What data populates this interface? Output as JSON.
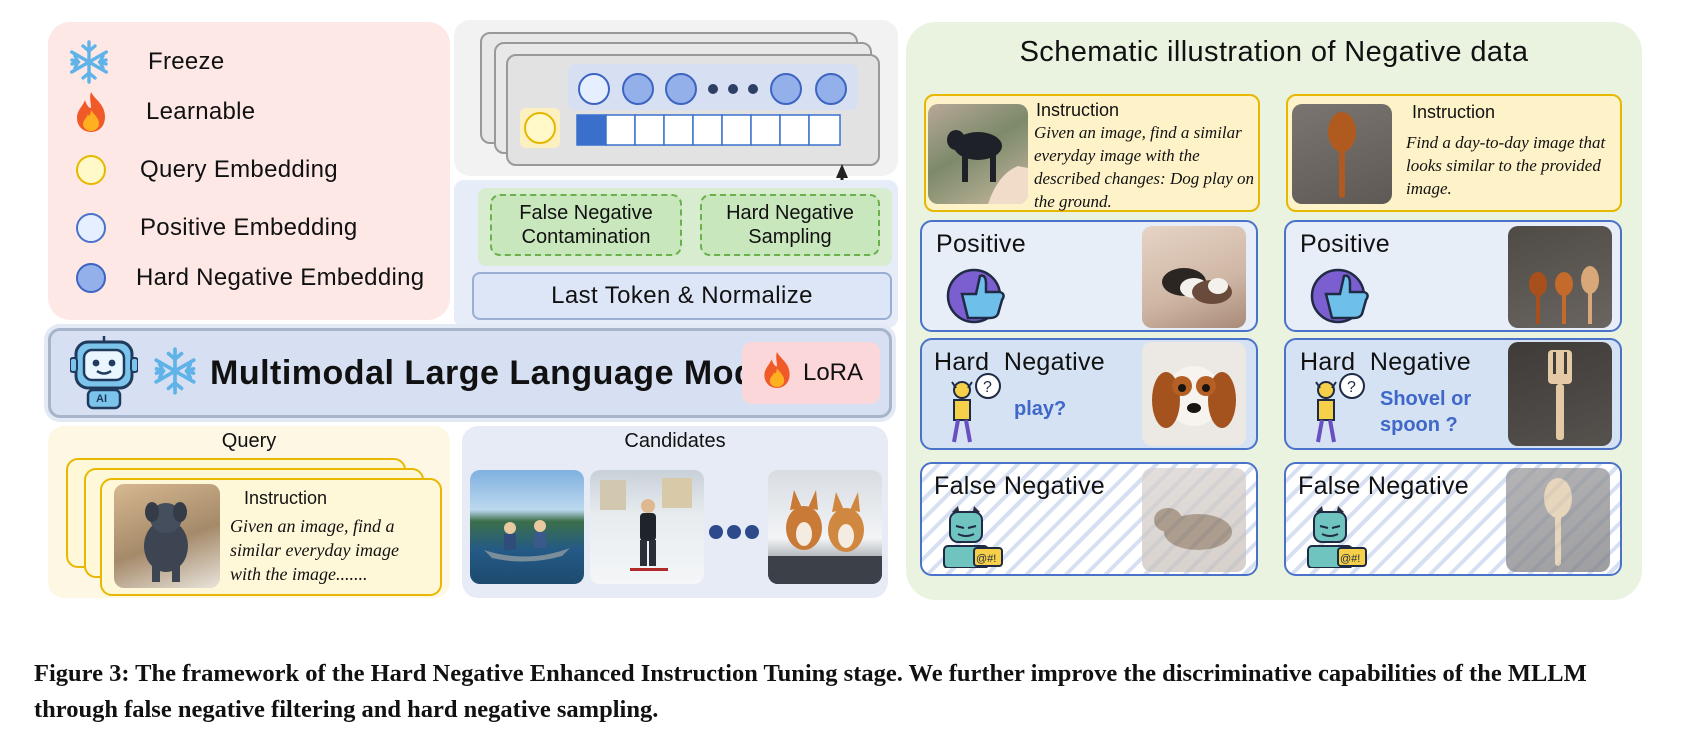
{
  "legend": {
    "freeze": "Freeze",
    "learnable": "Learnable",
    "query_embedding": "Query Embedding",
    "positive_embedding": "Positive Embedding",
    "hard_negative_embedding": "Hard Negative Embedding"
  },
  "pipeline": {
    "false_negative_contamination": "False Negative\nContamination",
    "hard_negative_sampling": "Hard Negative\nSampling",
    "last_token_normalize": "Last Token & Normalize",
    "mllm": "Multimodal Large Language Model",
    "lora": "LoRA",
    "robot_badge": "AI"
  },
  "query": {
    "title": "Query",
    "instruction_head": "Instruction",
    "instruction_text": "Given an image, find a similar everyday image with the image......."
  },
  "candidates": {
    "title": "Candidates"
  },
  "negative": {
    "title": "Schematic illustration of Negative data",
    "left": {
      "instruction_head": "Instruction",
      "instruction_text": "Given an image, find a similar everyday image with the described changes: Dog play on the ground.",
      "positive": "Positive",
      "hard_negative": "Hard  Negative",
      "hard_question": "play?",
      "false_negative": "False Negative"
    },
    "right": {
      "instruction_head": "Instruction",
      "instruction_text": "Find a day-to-day image that looks similar to the provided image.",
      "positive": "Positive",
      "hard_negative": "Hard  Negative",
      "hard_question": "Shovel or spoon ?",
      "false_negative": "False Negative"
    }
  },
  "caption": "Figure 3: The framework of the Hard Negative Enhanced Instruction Tuning stage. We further improve the discriminative capabilities of the MLLM through false negative filtering and hard negative sampling."
}
